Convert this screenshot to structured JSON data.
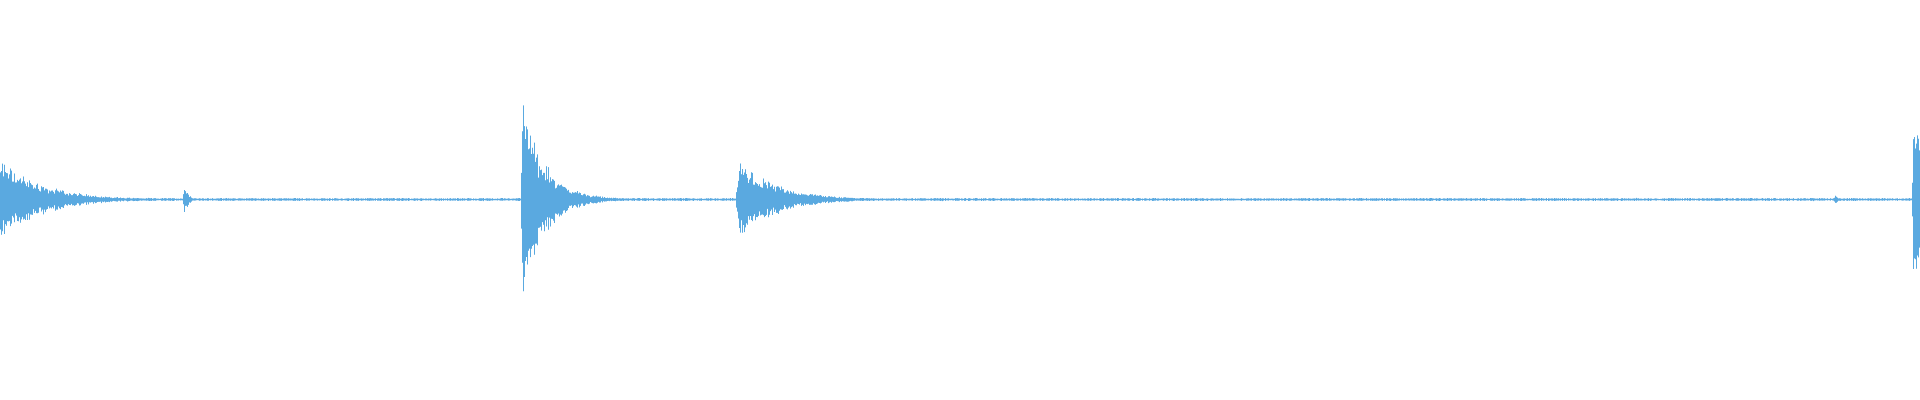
{
  "waveform": {
    "color": "#5aa9e0",
    "background": "#ffffff",
    "baseline_amplitude": 0.003,
    "noise_amplitude": 0.004,
    "events": [
      {
        "id": "burst-1",
        "time": 0.0,
        "peak": 0.19,
        "attack": 0.002,
        "decay": 0.022
      },
      {
        "id": "blip-1",
        "time": 0.096,
        "peak": 0.08,
        "attack": 0.001,
        "decay": 0.002
      },
      {
        "id": "burst-2",
        "time": 0.272,
        "peak": 0.45,
        "attack": 0.001,
        "decay": 0.012
      },
      {
        "id": "burst-3",
        "time": 0.385,
        "peak": 0.18,
        "attack": 0.002,
        "decay": 0.02
      },
      {
        "id": "blip-2",
        "time": 0.956,
        "peak": 0.025,
        "attack": 0.001,
        "decay": 0.002
      },
      {
        "id": "burst-4",
        "time": 0.997,
        "peak": 0.36,
        "attack": 0.001,
        "decay": 0.03
      }
    ]
  }
}
